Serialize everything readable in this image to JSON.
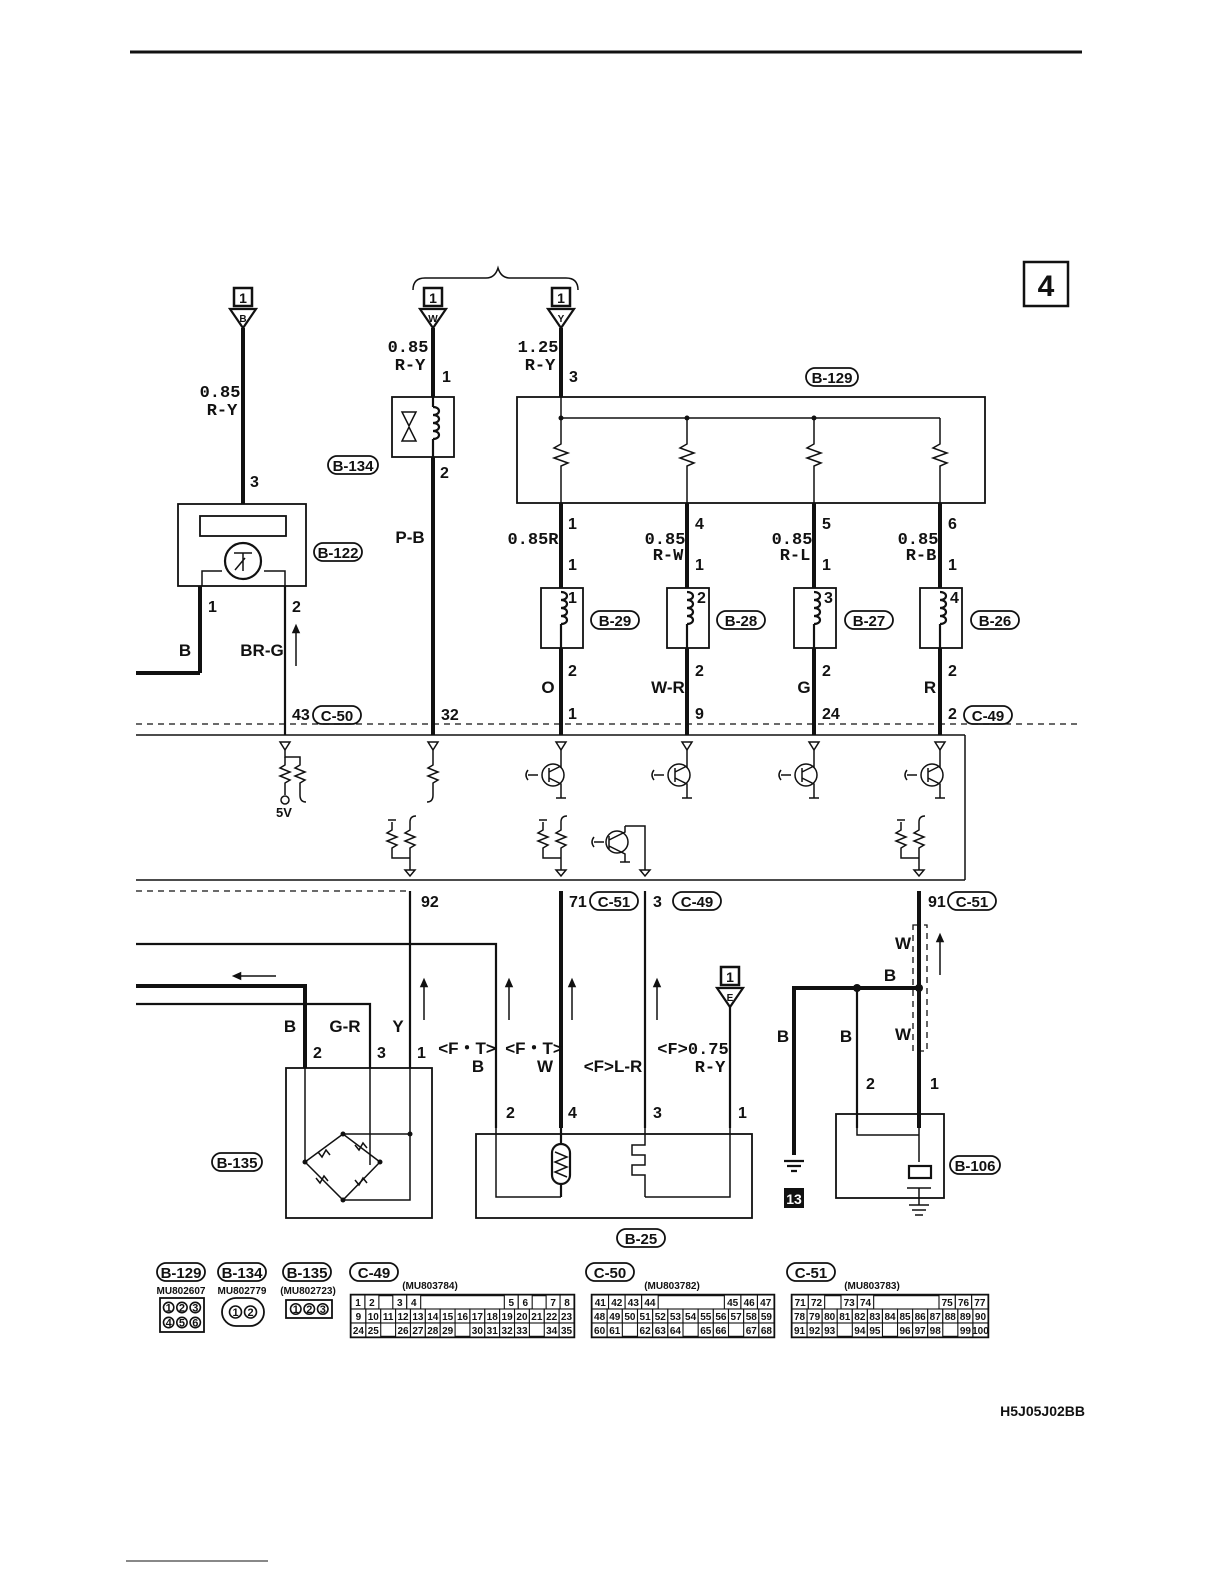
{
  "page_tab": "4",
  "drawing_code": "H5J05J02BB",
  "source_marker": "1",
  "ground_marker": "13",
  "terminals": {
    "t_left": "B",
    "t_mid": "W",
    "t_right": "Y",
    "t_bottom": "E"
  },
  "wires": {
    "w_left": [
      "0.85",
      "R-Y"
    ],
    "w_mid": [
      "0.85",
      "R-Y"
    ],
    "w_right": [
      "1.25",
      "R-Y"
    ],
    "b29_in": "0.85R",
    "b28_in": [
      "0.85",
      "R-W"
    ],
    "b27_in": [
      "0.85",
      "R-L"
    ],
    "b26_in": [
      "0.85",
      "R-B"
    ],
    "b134_out": "P-B",
    "b122_1": "B",
    "b122_2": "BR-G",
    "b29_out": "O",
    "b28_out": "W-R",
    "b27_out": "G",
    "b26_out": "R",
    "b135_1": "Y",
    "b135_2": "B",
    "b135_3": "G-R",
    "b25_2": [
      "<F・T>",
      "B"
    ],
    "b25_4": [
      "<F・T>",
      "W"
    ],
    "b25_3": "<F>L-R",
    "b25_1": [
      "<F>0.75",
      "R-Y"
    ],
    "gnd_left": "B",
    "b106_2": "B",
    "b106_top": "B",
    "shield_1": "W",
    "shield_2": "W",
    "v5": "5V"
  },
  "pins": {
    "p1": "1",
    "p2": "2",
    "p3": "3",
    "p4": "4",
    "p5": "5",
    "p6": "6",
    "p9": "9",
    "p24": "24",
    "p32": "32",
    "p43": "43",
    "p71": "71",
    "p91": "91",
    "p92": "92"
  },
  "components": {
    "b129": "B-129",
    "b134": "B-134",
    "b122": "B-122",
    "b29": "B-29",
    "b28": "B-28",
    "b27": "B-27",
    "b26": "B-26",
    "b135": "B-135",
    "b25": "B-25",
    "b106": "B-106",
    "c49": "C-49",
    "c50": "C-50",
    "c51": "C-51"
  },
  "connector_legend": [
    {
      "label": "B-129",
      "part": "MU802607",
      "rows": [
        [
          "1",
          "2",
          "3"
        ],
        [
          "4",
          "5",
          "6"
        ]
      ]
    },
    {
      "label": "B-134",
      "part": "MU802779",
      "rows": [
        [
          "1",
          "2"
        ]
      ]
    },
    {
      "label": "B-135",
      "part": "(MU802723)",
      "rows": [
        [
          "1",
          "2",
          "3"
        ]
      ]
    }
  ],
  "connector_tables": [
    {
      "label": "C-49",
      "part": "(MU803784)",
      "rows": [
        [
          "1",
          "2",
          "",
          "3",
          "4",
          "",
          "",
          "",
          "",
          "",
          "",
          "5",
          "6",
          "",
          "7",
          "8"
        ],
        [
          "9",
          "10",
          "11",
          "12",
          "13",
          "14",
          "15",
          "16",
          "17",
          "18",
          "19",
          "20",
          "21",
          "22",
          "23"
        ],
        [
          "24",
          "25",
          "",
          "26",
          "27",
          "28",
          "29",
          "",
          "30",
          "31",
          "32",
          "33",
          "",
          "34",
          "35"
        ]
      ]
    },
    {
      "label": "C-50",
      "part": "(MU803782)",
      "rows": [
        [
          "41",
          "42",
          "43",
          "44",
          "",
          "",
          "",
          "",
          "45",
          "46",
          "47"
        ],
        [
          "48",
          "49",
          "50",
          "51",
          "52",
          "53",
          "54",
          "55",
          "56",
          "57",
          "58",
          "59"
        ],
        [
          "60",
          "61",
          "",
          "62",
          "63",
          "64",
          "",
          "65",
          "66",
          "",
          "67",
          "68"
        ]
      ]
    },
    {
      "label": "C-51",
      "part": "(MU803783)",
      "rows": [
        [
          "71",
          "72",
          "",
          "73",
          "74",
          "",
          "",
          "",
          "",
          "75",
          "76",
          "77"
        ],
        [
          "78",
          "79",
          "80",
          "81",
          "82",
          "83",
          "84",
          "85",
          "86",
          "87",
          "88",
          "89",
          "90"
        ],
        [
          "91",
          "92",
          "93",
          "",
          "94",
          "95",
          "",
          "96",
          "97",
          "98",
          "",
          "99",
          "100"
        ]
      ]
    }
  ]
}
